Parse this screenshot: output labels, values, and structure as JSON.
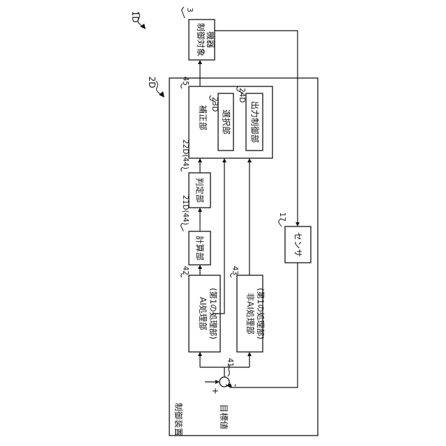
{
  "figure": {
    "system_label": "1D",
    "device_label": "2D",
    "device_name": "制御装置",
    "target_input": "目標値",
    "plus_sign": "+",
    "minus_sign": "-",
    "subtractor_ref": "41",
    "controlled_device": {
      "ref": "3",
      "line1": "制御対象",
      "line2": "機器"
    },
    "sensor": {
      "ref": "17",
      "label": "センサ"
    },
    "ai_block": {
      "ref": "42",
      "line1": "AI処理部",
      "line2": "(第1の処理部)"
    },
    "non_ai_block": {
      "ref": "43",
      "line1": "非AI処理部",
      "line2": "(第1の処理部)"
    },
    "calc_block": {
      "ref": "21D(44)",
      "label": "計算部"
    },
    "judge_block": {
      "ref": "22D(44)",
      "label": "判定部"
    },
    "correction_block": {
      "ref": "45",
      "label": "補正部"
    },
    "select_block": {
      "ref": "23D",
      "label": "選択部"
    },
    "output_ctrl_block": {
      "ref": "24D",
      "label": "出力制御部"
    }
  }
}
